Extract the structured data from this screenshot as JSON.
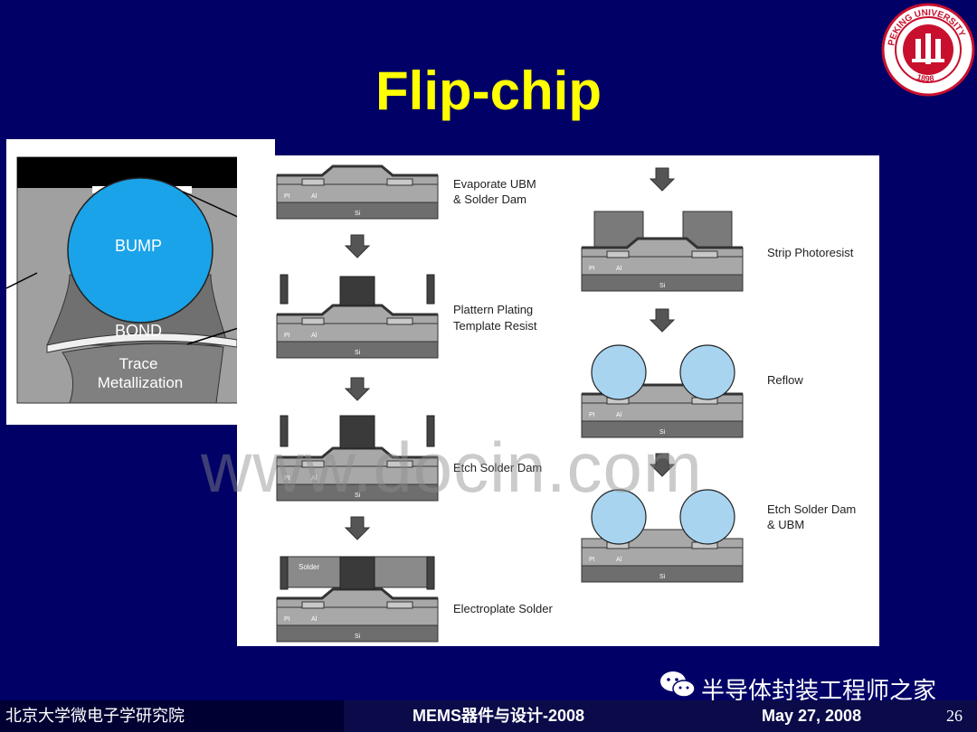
{
  "slide": {
    "title": "Flip-chip",
    "footer_left": "北京大学微电子学研究院",
    "footer_center": "MEMS器件与设计-2008",
    "footer_date": "May 27, 2008",
    "page_number": "26",
    "watermark_source": "半导体封装工程师之家",
    "watermark_site": "www.docin.com",
    "logo_text": "PEKING UNIVERSITY",
    "logo_year": "1898"
  },
  "left_diagram": {
    "bump_label": "BUMP",
    "bond_label": "BOND",
    "trace_label_1": "Trace",
    "trace_label_2": "Metallization"
  },
  "process_steps": [
    {
      "label_1": "Evaporate UBM",
      "label_2": "& Solder Dam"
    },
    {
      "label_1": "Plattern Plating",
      "label_2": "Template Resist"
    },
    {
      "label_1": "Etch Solder Dam",
      "label_2": ""
    },
    {
      "label_1": "Electroplate Solder",
      "label_2": ""
    },
    {
      "label_1": "Strip Photoresist",
      "label_2": ""
    },
    {
      "label_1": "Reflow",
      "label_2": ""
    },
    {
      "label_1": "Etch Solder Dam",
      "label_2": "& UBM"
    }
  ],
  "layer_labels": {
    "pi": "PI",
    "al": "Al",
    "si": "Si",
    "solder": "Solder"
  },
  "colors": {
    "background": "#000066",
    "title": "#ffff00",
    "bump": "#1aa3e8",
    "reflow_ball": "#a8d4f0",
    "logo_red": "#c8102e"
  }
}
